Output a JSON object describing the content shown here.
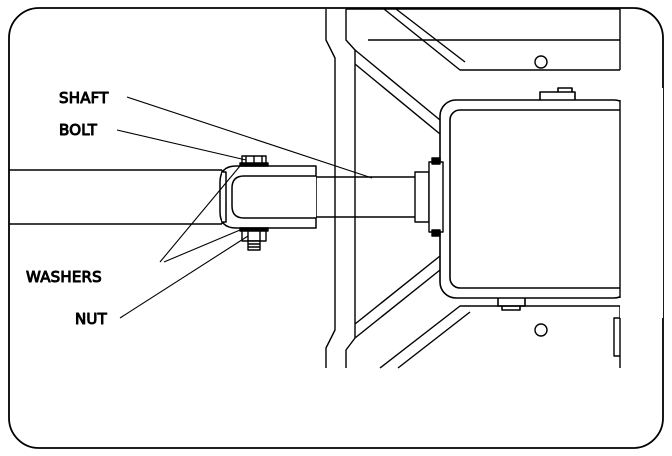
{
  "labels": {
    "shaft": "SHAFT",
    "bolt": "BOLT",
    "washers": "WASHERS",
    "nut": "NUT"
  },
  "colors": {
    "stroke": "#000000",
    "background": "#ffffff"
  }
}
